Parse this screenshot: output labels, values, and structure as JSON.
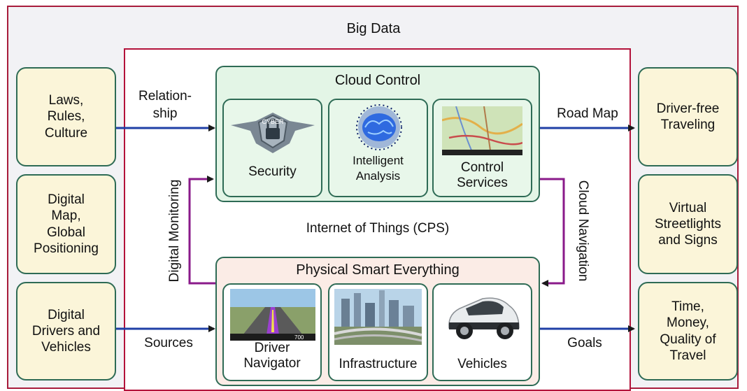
{
  "outer_title": "Big Data",
  "iot_label": "Internet of Things (CPS)",
  "left_boxes": [
    {
      "text": "Laws,\nRules,\nCulture"
    },
    {
      "text": "Digital\nMap,\nGlobal\nPositioning"
    },
    {
      "text": "Digital\nDrivers and\nVehicles"
    }
  ],
  "right_boxes": [
    {
      "text": "Driver-free\nTraveling"
    },
    {
      "text": "Virtual\nStreetlights\nand Signs"
    },
    {
      "text": "Time,\nMoney,\nQuality of\nTravel"
    }
  ],
  "cloud": {
    "title": "Cloud Control",
    "items": [
      {
        "label": "Security",
        "image_text": "CYBER"
      },
      {
        "label": "Intelligent\nAnalysis"
      },
      {
        "label": "Control\nServices"
      }
    ]
  },
  "physical": {
    "title": "Physical Smart Everything",
    "items": [
      {
        "label": "Driver\nNavigator",
        "image_text": "700"
      },
      {
        "label": "Infrastructure"
      },
      {
        "label": "Vehicles"
      }
    ]
  },
  "arrows": {
    "relationship": "Relation-\nship",
    "road_map": "Road Map",
    "sources": "Sources",
    "goals": "Goals",
    "digital_monitoring": "Digital Monitoring",
    "cloud_navigation": "Cloud Navigation"
  },
  "colors": {
    "blue_arrow": "#1f3fa6",
    "purple_arrow": "#8a1a8a",
    "cloud_fill": "#e3f5e6",
    "physical_fill": "#fbece6",
    "side_box_fill": "#fbf5d9",
    "border_green": "#2e6b55",
    "frame_red": "#b3123a"
  }
}
